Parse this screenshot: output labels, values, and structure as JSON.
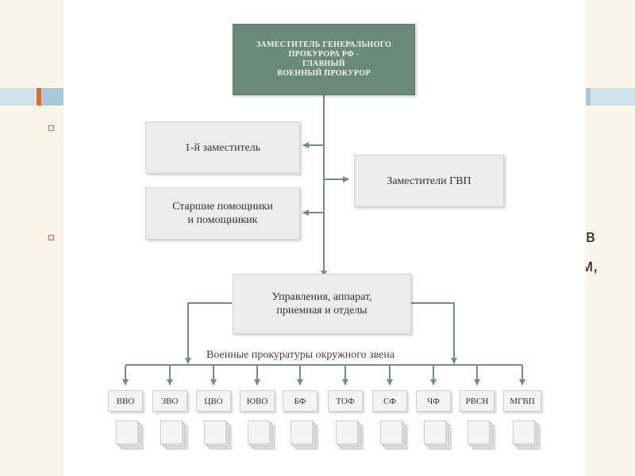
{
  "org_chart": {
    "head": "ЗАМЕСТИТЕЛЬ ГЕНЕРАЛЬНОГО\nПРОКУРОРА РФ -\nГЛАВНЫЙ\nВОЕННЫЙ ПРОКУРОР",
    "first_deputy": "1-й заместитель",
    "senior_assistants": "Старшие помощники\nи помощникик",
    "deputies": "Заместители ГВП",
    "departments": "Управления, аппарат,\nприемная и отделы",
    "district_level_label": "Военные прокуратуры окружного звена",
    "districts": [
      "ВВО",
      "ЗВО",
      "ЦВО",
      "ЮВО",
      "БФ",
      "ТОФ",
      "СФ",
      "ЧФ",
      "РВСН",
      "МГВП"
    ]
  },
  "slide_text_fragments": [
    "в",
    "м,"
  ],
  "colors": {
    "head_box": "#6a8a7c",
    "box": "#ececec",
    "connector": "#6f9184",
    "bullet": "#e06b2a",
    "band_accent": "#e06b2a",
    "band_light": "#cfe3ec",
    "slide_side_bg": "#fbf5e9"
  }
}
